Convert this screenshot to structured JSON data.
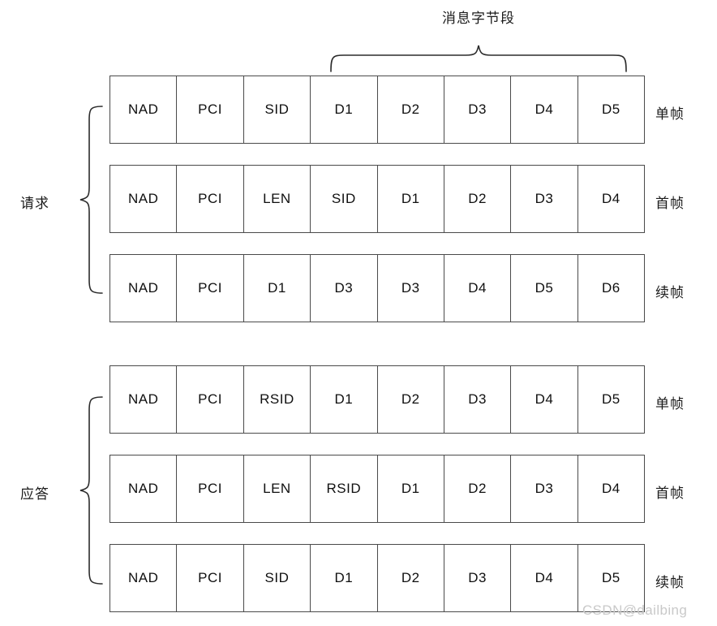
{
  "diagram": {
    "title": "消息字节段",
    "watermark": "CSDN@dailbing",
    "colors": {
      "border": "#4a4a4a",
      "brace": "#2b2b2b",
      "text": "#101010",
      "background": "#ffffff",
      "watermark": "#c9c9c9"
    },
    "groups": [
      {
        "label": "请求",
        "rows": [
          {
            "label": "单帧",
            "cells": [
              "NAD",
              "PCI",
              "SID",
              "D1",
              "D2",
              "D3",
              "D4",
              "D5"
            ]
          },
          {
            "label": "首帧",
            "cells": [
              "NAD",
              "PCI",
              "LEN",
              "SID",
              "D1",
              "D2",
              "D3",
              "D4"
            ]
          },
          {
            "label": "续帧",
            "cells": [
              "NAD",
              "PCI",
              "D1",
              "D3",
              "D3",
              "D4",
              "D5",
              "D6"
            ]
          }
        ]
      },
      {
        "label": "应答",
        "rows": [
          {
            "label": "单帧",
            "cells": [
              "NAD",
              "PCI",
              "RSID",
              "D1",
              "D2",
              "D3",
              "D4",
              "D5"
            ]
          },
          {
            "label": "首帧",
            "cells": [
              "NAD",
              "PCI",
              "LEN",
              "RSID",
              "D1",
              "D2",
              "D3",
              "D4"
            ]
          },
          {
            "label": "续帧",
            "cells": [
              "NAD",
              "PCI",
              "SID",
              "D1",
              "D2",
              "D3",
              "D4",
              "D5"
            ]
          }
        ]
      }
    ]
  }
}
